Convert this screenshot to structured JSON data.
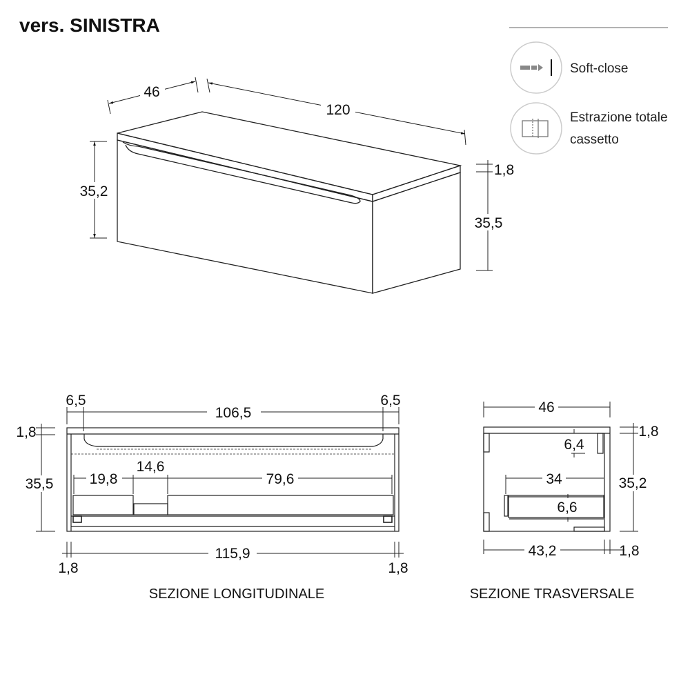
{
  "title": "vers. SINISTRA",
  "features": [
    {
      "icon": "soft-close-icon",
      "label": "Soft-close"
    },
    {
      "icon": "full-extraction-icon",
      "label_line1": "Estrazione totale",
      "label_line2": "cassetto"
    }
  ],
  "perspective": {
    "depth": "46",
    "width": "120",
    "drawer_height": "35,2",
    "top_thickness": "1,8",
    "body_height": "35,5"
  },
  "longitudinal": {
    "caption": "SEZIONE LONGITUDINALE",
    "left_offset": "6,5",
    "handle_width": "106,5",
    "right_offset": "6,5",
    "top_thickness": "1,8",
    "height": "35,5",
    "inner_left": "19,8",
    "inner_mid": "14,6",
    "inner_right": "79,6",
    "inner_width": "115,9",
    "side_left": "1,8",
    "side_right": "1,8"
  },
  "transversal": {
    "caption": "SEZIONE TRASVERSALE",
    "depth": "46",
    "top_thickness": "1,8",
    "handle_depth": "6,4",
    "height": "35,2",
    "inner_drawer_depth": "34",
    "inner_drawer_height": "6,6",
    "inner_depth": "43,2",
    "back_thickness": "1,8"
  }
}
